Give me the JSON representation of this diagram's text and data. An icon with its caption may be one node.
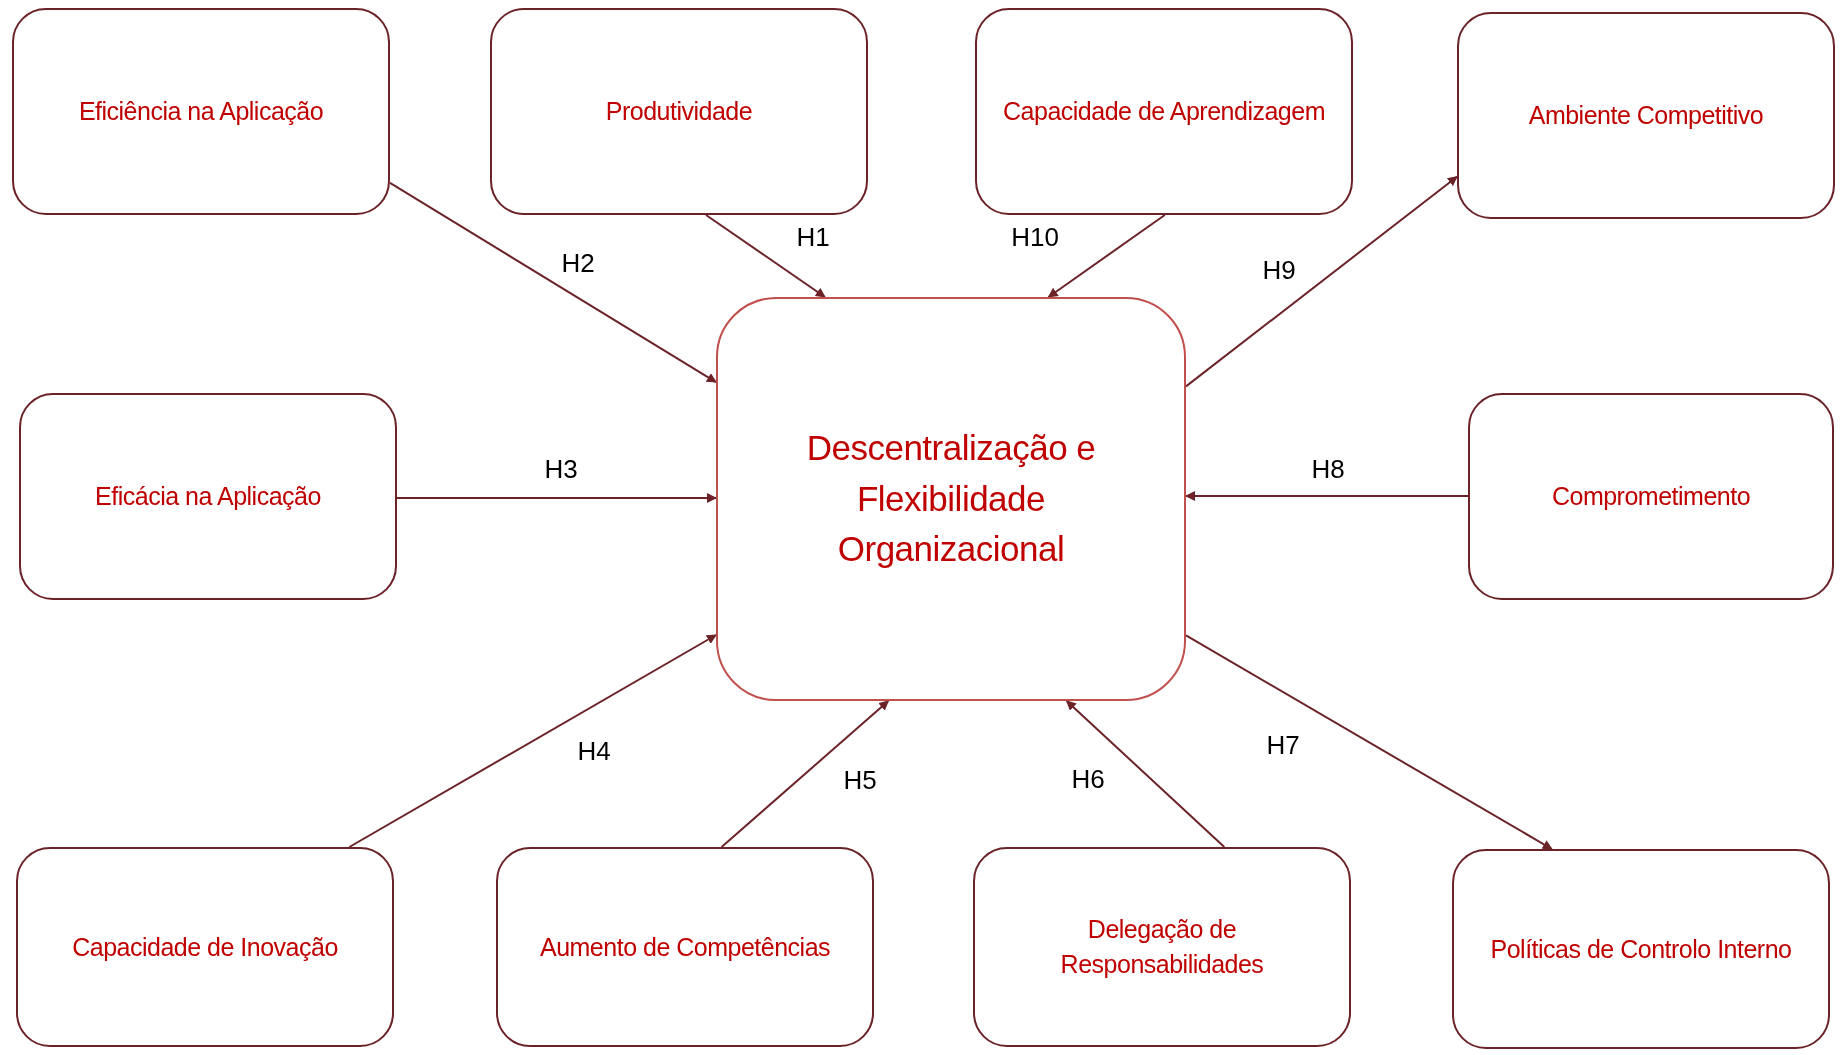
{
  "diagram": {
    "nodes": [
      {
        "text": [
          "Eficiência na Aplicação"
        ]
      },
      {
        "text": [
          "Produtividade"
        ]
      },
      {
        "text": [
          "Capacidade de Aprendizagem"
        ]
      },
      {
        "text": [
          "Ambiente Competitivo"
        ]
      },
      {
        "text": [
          "Eficácia na Aplicação"
        ]
      },
      {
        "text": [
          "Descentralização e Flexibilidade Organizacional"
        ]
      },
      {
        "text": [
          "Comprometimento"
        ]
      },
      {
        "text": [
          "Capacidade de Inovação"
        ]
      },
      {
        "text": [
          "Aumento de Competências"
        ]
      },
      {
        "text": [
          "Delegação de Responsabilidades"
        ]
      },
      {
        "text": [
          "Políticas de Controlo Interno"
        ]
      }
    ],
    "edges": [
      {
        "from": 1,
        "to": 5,
        "arrow": "to",
        "label": "H1"
      },
      {
        "from": 0,
        "to": 5,
        "arrow": "to",
        "label": "H2"
      },
      {
        "from": 4,
        "to": 5,
        "arrow": "to",
        "label": "H3"
      },
      {
        "from": 7,
        "to": 5,
        "arrow": "to",
        "label": "H4"
      },
      {
        "from": 8,
        "to": 5,
        "arrow": "to",
        "label": "H5"
      },
      {
        "from": 9,
        "to": 5,
        "arrow": "to",
        "label": "H6"
      },
      {
        "from": 5,
        "to": 10,
        "arrow": "to",
        "label": "H7"
      },
      {
        "from": 6,
        "to": 5,
        "arrow": "to",
        "label": "H8"
      },
      {
        "from": 5,
        "to": 3,
        "arrow": "to",
        "label": "H9"
      },
      {
        "from": 2,
        "to": 5,
        "arrow": "to",
        "label": "H10"
      }
    ]
  }
}
